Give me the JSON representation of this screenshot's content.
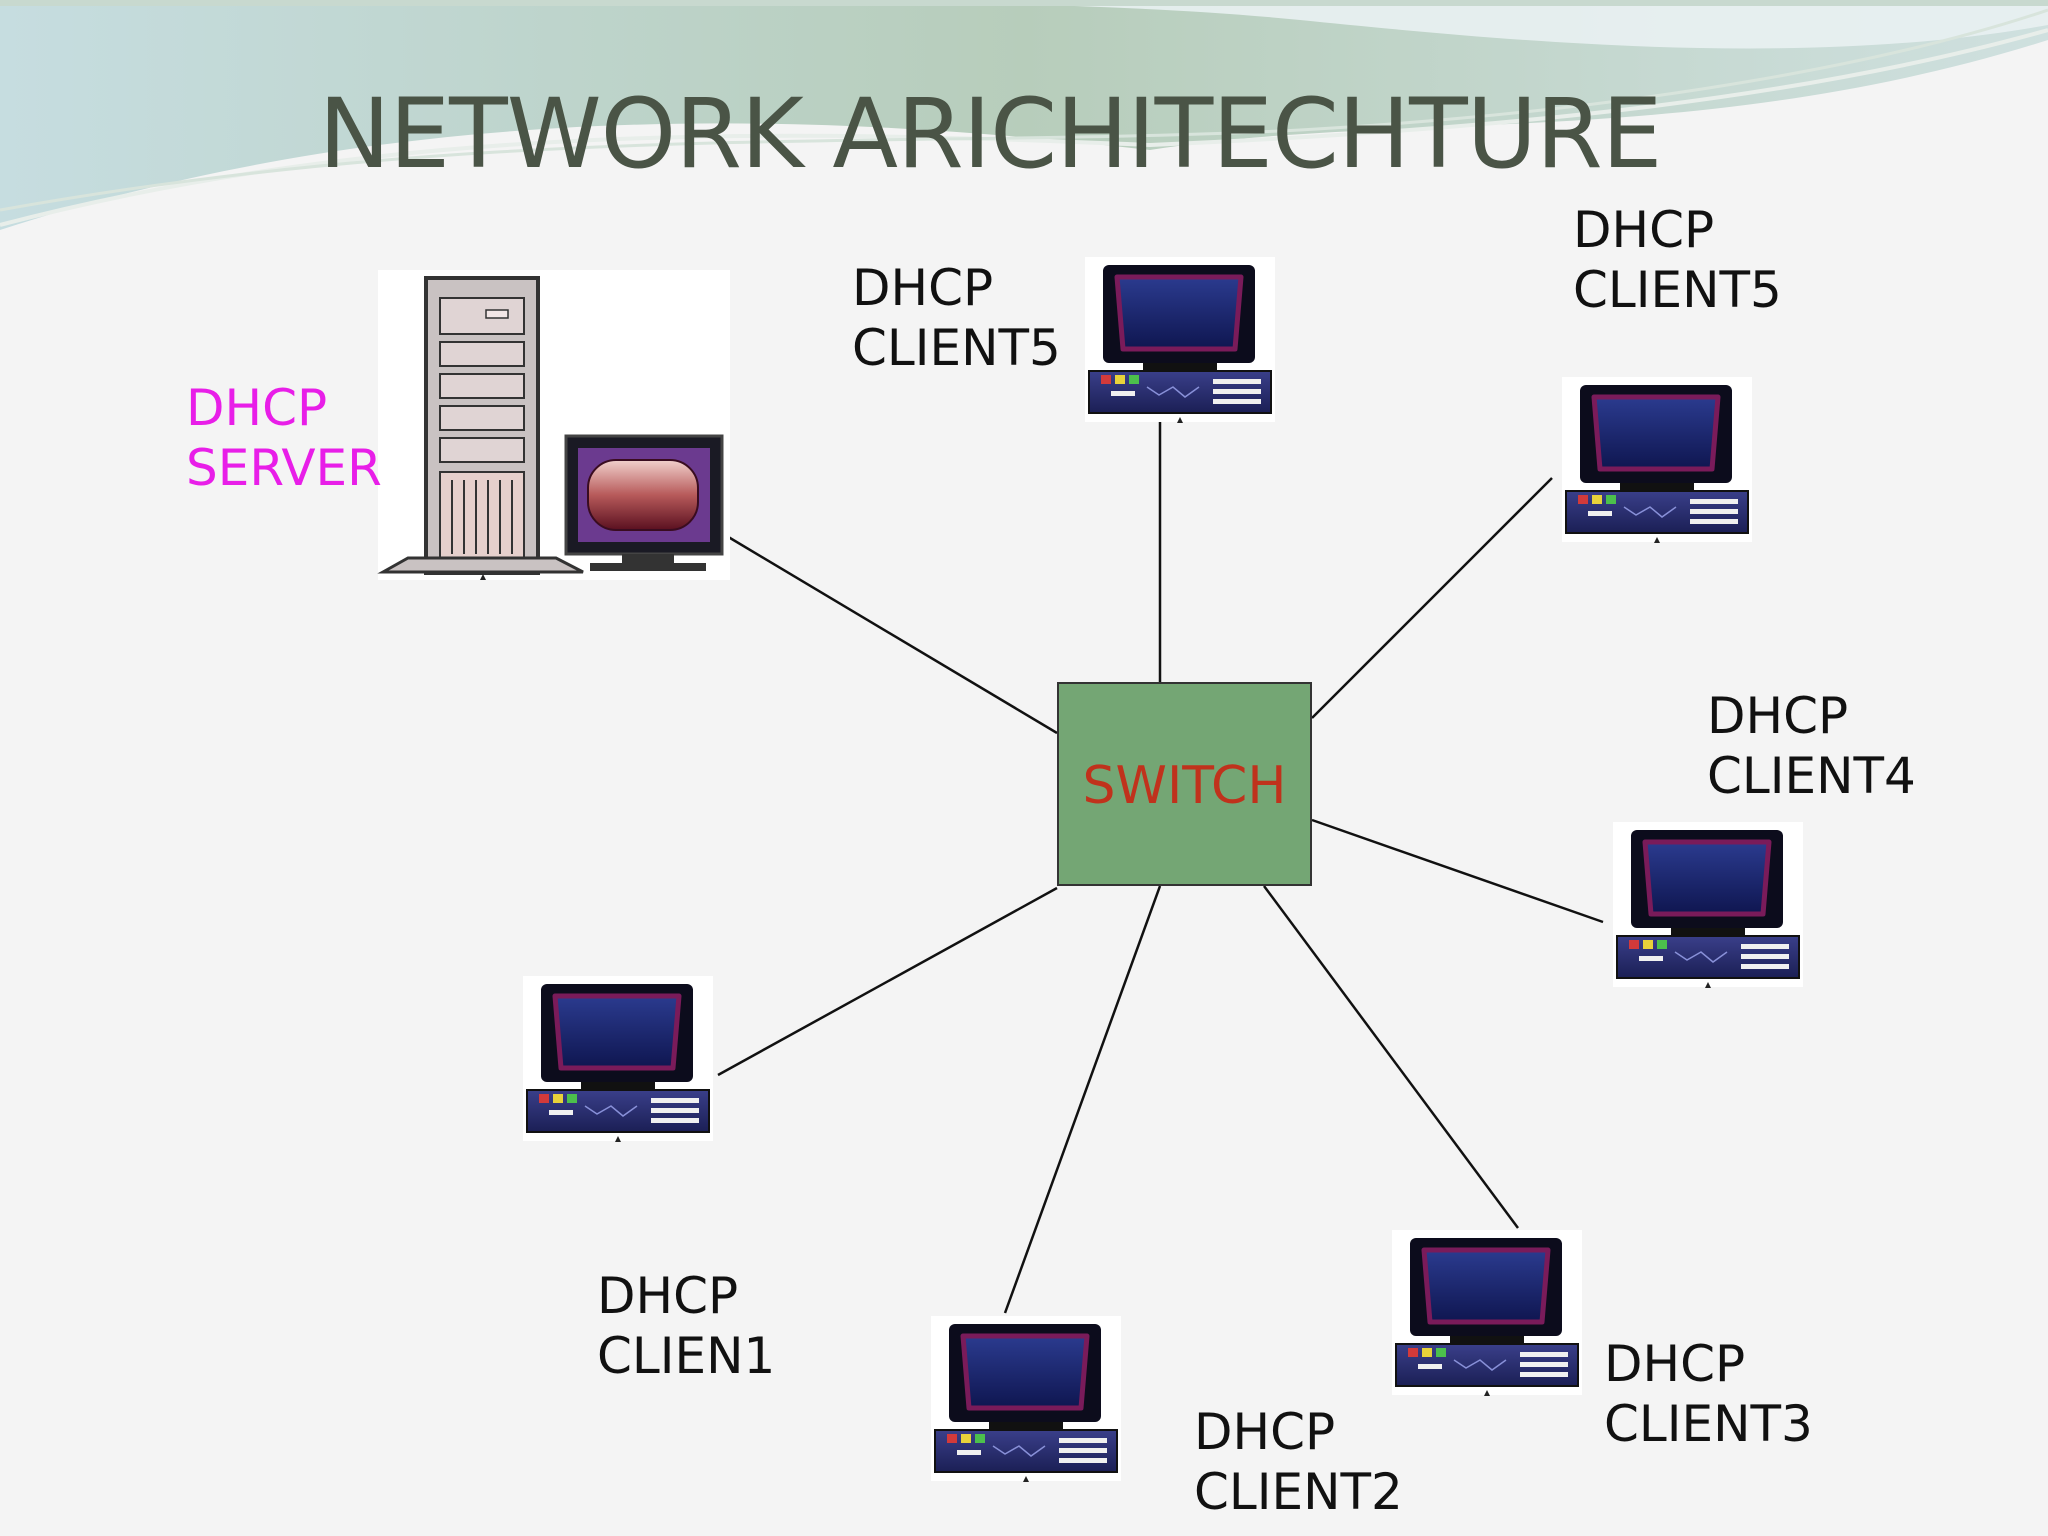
{
  "title": "NETWORK ARICHITECHTURE",
  "switch": {
    "label": "SWITCH",
    "label_color": "#c0321c",
    "fill": "#74a674"
  },
  "server": {
    "line1": "DHCP",
    "line2": "SERVER",
    "label_color": "#e81ee8"
  },
  "clients": [
    {
      "id": "client1",
      "line1": "DHCP",
      "line2": "CLIEN1"
    },
    {
      "id": "client2",
      "line1": "DHCP",
      "line2": "CLIENT2"
    },
    {
      "id": "client3",
      "line1": "DHCP",
      "line2": "CLIENT3"
    },
    {
      "id": "client4",
      "line1": "DHCP",
      "line2": "CLIENT4"
    },
    {
      "id": "client5-top-right",
      "line1": "DHCP",
      "line2": "CLIENT5"
    },
    {
      "id": "client5-top-center",
      "line1": "DHCP",
      "line2": "CLIENT5"
    }
  ],
  "colors": {
    "title": "#4a5446",
    "screen": "#1e2a78",
    "bezel": "#7a1b5a",
    "link": "#111111"
  }
}
